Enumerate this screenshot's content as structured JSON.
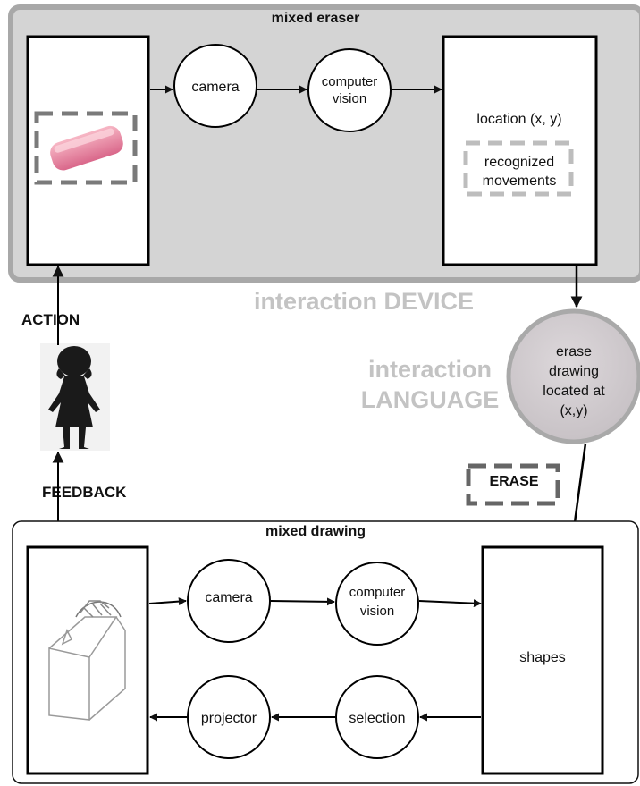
{
  "eraser_panel": {
    "title": "mixed eraser",
    "camera": "camera",
    "cv_line1": "computer",
    "cv_line2": "vision",
    "location": "location (x, y)",
    "recognized_line1": "recognized",
    "recognized_line2": "movements"
  },
  "interaction_device": "interaction DEVICE",
  "interaction_language_line1": "interaction",
  "interaction_language_line2": "LANGUAGE",
  "erase_node": {
    "line1": "erase",
    "line2": "drawing",
    "line3": "located at",
    "line4": "(x,y)"
  },
  "action_label": "ACTION",
  "feedback_label": "FEEDBACK",
  "erase_tag": "ERASE",
  "drawing_panel": {
    "title": "mixed drawing",
    "camera": "camera",
    "cv_line1": "computer",
    "cv_line2": "vision",
    "shapes": "shapes",
    "projector": "projector",
    "selection": "selection"
  },
  "colors": {
    "device_panel_fill": "#d4d4d4",
    "device_panel_border": "#a8a8a8",
    "erase_node_fill": "#d2cdd0",
    "eraser_pink": "#e88aa0",
    "grey_text": "#c3c3c3"
  }
}
